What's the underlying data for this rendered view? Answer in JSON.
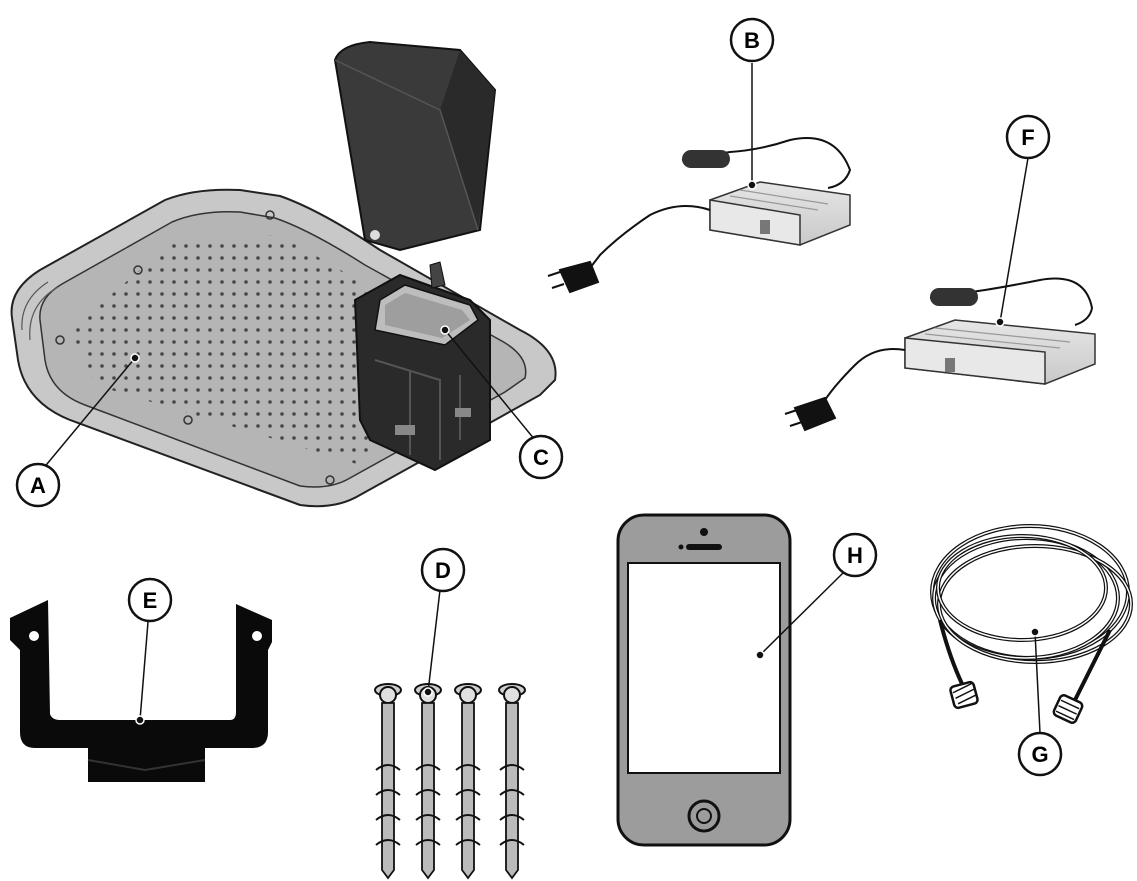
{
  "callouts": {
    "A": "A",
    "B": "B",
    "C": "C",
    "D": "D",
    "E": "E",
    "F": "F",
    "G": "G",
    "H": "H"
  },
  "colors": {
    "ink": "#111111",
    "plate_fill": "#c8c8c8",
    "plate_inner": "#b5b5b5",
    "cover_fill": "#3a3a3a",
    "station_fill": "#2a2a2a",
    "supply_fill": "#d4d4d4",
    "bracket_fill": "#0a0a0a",
    "phone_body": "#9c9c9c"
  }
}
